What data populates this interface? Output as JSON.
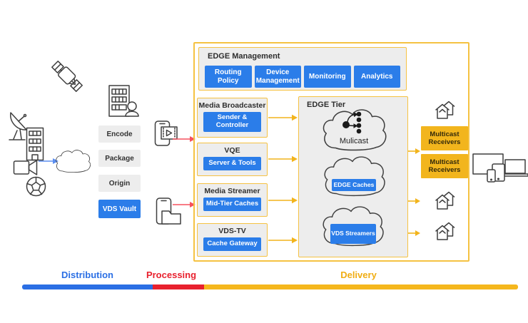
{
  "stages": {
    "distribution": "Distribution",
    "processing": "Processing",
    "delivery": "Delivery"
  },
  "sources": {
    "steps": [
      "Encode",
      "Package",
      "Origin",
      "VDS Vault"
    ]
  },
  "edge_management": {
    "title": "EDGE Management",
    "buttons": [
      "Routing Policy",
      "Device Management",
      "Monitoring",
      "Analytics"
    ]
  },
  "pipeline": [
    {
      "title": "Media Broadcaster",
      "component": "Sender & Controller"
    },
    {
      "title": "VQE",
      "component": "Server & Tools"
    },
    {
      "title": "Media Streamer",
      "component": "Mid-Tier Caches"
    },
    {
      "title": "VDS-TV",
      "component": "Cache Gateway"
    }
  ],
  "edge_tier": {
    "title": "EDGE Tier",
    "clouds": [
      {
        "label": "Mulicast",
        "icon": "multicast-icon"
      },
      {
        "label": "EDGE Caches",
        "style": "button"
      },
      {
        "label": "VDS Streamers",
        "style": "button"
      }
    ]
  },
  "receivers": [
    "Multicast Receivers",
    "Multicast Receivers"
  ],
  "icons": {
    "left": [
      "satellite-icon",
      "broadcast-building-icon",
      "satellite-dish-icon",
      "building-icon",
      "video-camera-icon",
      "cloud-icon",
      "soccer-ball-icon"
    ],
    "middle": [
      "phone-media-icon",
      "phone-folder-icon"
    ],
    "right": [
      "house-icon",
      "house-icon",
      "house-icon",
      "devices-icon"
    ]
  },
  "colors": {
    "node_blue": "#2b7de9",
    "box_gray": "#ededed",
    "border_yellow": "#f5c242",
    "receiver_yellow": "#f2b51d",
    "bar_blue": "#2b6fe4",
    "bar_red": "#e8212e",
    "bar_yellow": "#f5b71d",
    "arrow_red": "#f5505e",
    "arrow_blue": "#5b8ef0",
    "text_dark": "#2e2e2e"
  }
}
